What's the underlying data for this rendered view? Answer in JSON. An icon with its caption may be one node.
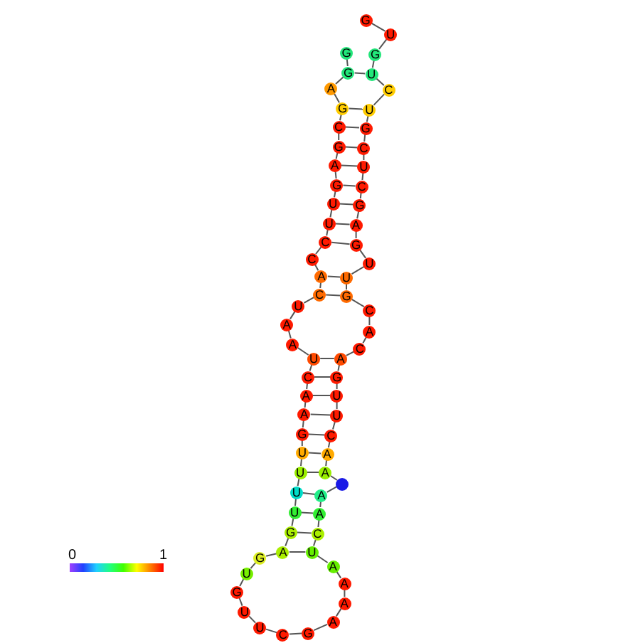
{
  "diagram": {
    "nodes": [
      {
        "text": [
          "G"
        ]
      },
      {
        "text": [
          "G"
        ]
      },
      {
        "text": [
          "A"
        ]
      },
      {
        "text": [
          "G"
        ]
      },
      {
        "text": [
          "C"
        ]
      },
      {
        "text": [
          "G"
        ]
      },
      {
        "text": [
          "A"
        ]
      },
      {
        "text": [
          "G"
        ]
      },
      {
        "text": [
          "U"
        ]
      },
      {
        "text": [
          "U"
        ]
      },
      {
        "text": [
          "C"
        ]
      },
      {
        "text": [
          "C"
        ]
      },
      {
        "text": [
          "A"
        ]
      },
      {
        "text": [
          "C"
        ]
      },
      {
        "text": [
          "U"
        ]
      },
      {
        "text": [
          "A"
        ]
      },
      {
        "text": [
          "A"
        ]
      },
      {
        "text": [
          "U"
        ]
      },
      {
        "text": [
          "C"
        ]
      },
      {
        "text": [
          "A"
        ]
      },
      {
        "text": [
          "A"
        ]
      },
      {
        "text": [
          "G"
        ]
      },
      {
        "text": [
          "U"
        ]
      },
      {
        "text": [
          "U"
        ]
      },
      {
        "text": [
          "U"
        ]
      },
      {
        "text": [
          "U"
        ]
      },
      {
        "text": [
          "G"
        ]
      },
      {
        "text": [
          "A"
        ]
      },
      {
        "text": [
          "G"
        ]
      },
      {
        "text": [
          "U"
        ]
      },
      {
        "text": [
          "G"
        ]
      },
      {
        "text": [
          "U"
        ]
      },
      {
        "text": [
          "U"
        ]
      },
      {
        "text": [
          "C"
        ]
      },
      {
        "text": [
          "G"
        ]
      },
      {
        "text": [
          "A"
        ]
      },
      {
        "text": [
          "A"
        ]
      },
      {
        "text": [
          "A"
        ]
      },
      {
        "text": [
          "A"
        ]
      },
      {
        "text": [
          "U"
        ]
      },
      {
        "text": [
          "C"
        ]
      },
      {
        "text": [
          "A"
        ]
      },
      {
        "text": [
          "A"
        ]
      },
      {
        "text": [],
        "shape": "circle"
      },
      {
        "text": [
          "A"
        ]
      },
      {
        "text": [
          "A"
        ]
      },
      {
        "text": [
          "C"
        ]
      },
      {
        "text": [
          "U"
        ]
      },
      {
        "text": [
          "U"
        ]
      },
      {
        "text": [
          "G"
        ]
      },
      {
        "text": [
          "A"
        ]
      },
      {
        "text": [
          "C"
        ]
      },
      {
        "text": [
          "A"
        ]
      },
      {
        "text": [
          "C"
        ]
      },
      {
        "text": [
          "G"
        ]
      },
      {
        "text": [
          "U"
        ]
      },
      {
        "text": [
          "U"
        ]
      },
      {
        "text": [
          "G"
        ]
      },
      {
        "text": [
          "A"
        ]
      },
      {
        "text": [
          "G"
        ]
      },
      {
        "text": [
          "C"
        ]
      },
      {
        "text": [
          "U"
        ]
      },
      {
        "text": [
          "C"
        ]
      },
      {
        "text": [
          "G"
        ]
      },
      {
        "text": [
          "U"
        ]
      },
      {
        "text": [
          "C"
        ]
      },
      {
        "text": [
          "U"
        ]
      },
      {
        "text": [
          "G"
        ]
      },
      {
        "text": [
          "U"
        ]
      },
      {
        "text": [
          "G"
        ]
      }
    ],
    "edges": [
      {
        "from": 0,
        "to": 1,
        "arrow": "none"
      },
      {
        "from": 1,
        "to": 2,
        "arrow": "none"
      },
      {
        "from": 2,
        "to": 3,
        "arrow": "none"
      },
      {
        "from": 3,
        "to": 4,
        "arrow": "none"
      },
      {
        "from": 4,
        "to": 5,
        "arrow": "none"
      },
      {
        "from": 5,
        "to": 6,
        "arrow": "none"
      },
      {
        "from": 6,
        "to": 7,
        "arrow": "none"
      },
      {
        "from": 7,
        "to": 8,
        "arrow": "none"
      },
      {
        "from": 8,
        "to": 9,
        "arrow": "none"
      },
      {
        "from": 9,
        "to": 10,
        "arrow": "none"
      },
      {
        "from": 10,
        "to": 11,
        "arrow": "none"
      },
      {
        "from": 11,
        "to": 12,
        "arrow": "none"
      },
      {
        "from": 12,
        "to": 13,
        "arrow": "none"
      },
      {
        "from": 13,
        "to": 14,
        "arrow": "none"
      },
      {
        "from": 14,
        "to": 15,
        "arrow": "none"
      },
      {
        "from": 15,
        "to": 16,
        "arrow": "none"
      },
      {
        "from": 16,
        "to": 17,
        "arrow": "none"
      },
      {
        "from": 17,
        "to": 18,
        "arrow": "none"
      },
      {
        "from": 18,
        "to": 19,
        "arrow": "none"
      },
      {
        "from": 19,
        "to": 20,
        "arrow": "none"
      },
      {
        "from": 20,
        "to": 21,
        "arrow": "none"
      },
      {
        "from": 21,
        "to": 22,
        "arrow": "none"
      },
      {
        "from": 22,
        "to": 23,
        "arrow": "none"
      },
      {
        "from": 23,
        "to": 24,
        "arrow": "none"
      },
      {
        "from": 24,
        "to": 25,
        "arrow": "none"
      },
      {
        "from": 25,
        "to": 26,
        "arrow": "none"
      },
      {
        "from": 26,
        "to": 27,
        "arrow": "none"
      },
      {
        "from": 27,
        "to": 28,
        "arrow": "none"
      },
      {
        "from": 28,
        "to": 29,
        "arrow": "none"
      },
      {
        "from": 29,
        "to": 30,
        "arrow": "none"
      },
      {
        "from": 30,
        "to": 31,
        "arrow": "none"
      },
      {
        "from": 31,
        "to": 32,
        "arrow": "none"
      },
      {
        "from": 32,
        "to": 33,
        "arrow": "none"
      },
      {
        "from": 33,
        "to": 34,
        "arrow": "none"
      },
      {
        "from": 34,
        "to": 35,
        "arrow": "none"
      },
      {
        "from": 35,
        "to": 36,
        "arrow": "none"
      },
      {
        "from": 36,
        "to": 37,
        "arrow": "none"
      },
      {
        "from": 37,
        "to": 38,
        "arrow": "none"
      },
      {
        "from": 38,
        "to": 39,
        "arrow": "none"
      },
      {
        "from": 39,
        "to": 40,
        "arrow": "none"
      },
      {
        "from": 40,
        "to": 41,
        "arrow": "none"
      },
      {
        "from": 41,
        "to": 42,
        "arrow": "none"
      },
      {
        "from": 42,
        "to": 43,
        "arrow": "none"
      },
      {
        "from": 43,
        "to": 44,
        "arrow": "none"
      },
      {
        "from": 44,
        "to": 45,
        "arrow": "none"
      },
      {
        "from": 45,
        "to": 46,
        "arrow": "none"
      },
      {
        "from": 46,
        "to": 47,
        "arrow": "none"
      },
      {
        "from": 47,
        "to": 48,
        "arrow": "none"
      },
      {
        "from": 48,
        "to": 49,
        "arrow": "none"
      },
      {
        "from": 49,
        "to": 50,
        "arrow": "none"
      },
      {
        "from": 50,
        "to": 51,
        "arrow": "none"
      },
      {
        "from": 51,
        "to": 52,
        "arrow": "none"
      },
      {
        "from": 52,
        "to": 53,
        "arrow": "none"
      },
      {
        "from": 53,
        "to": 54,
        "arrow": "none"
      },
      {
        "from": 54,
        "to": 55,
        "arrow": "none"
      },
      {
        "from": 55,
        "to": 56,
        "arrow": "none"
      },
      {
        "from": 56,
        "to": 57,
        "arrow": "none"
      },
      {
        "from": 57,
        "to": 58,
        "arrow": "none"
      },
      {
        "from": 58,
        "to": 59,
        "arrow": "none"
      },
      {
        "from": 59,
        "to": 60,
        "arrow": "none"
      },
      {
        "from": 60,
        "to": 61,
        "arrow": "none"
      },
      {
        "from": 61,
        "to": 62,
        "arrow": "none"
      },
      {
        "from": 62,
        "to": 63,
        "arrow": "none"
      },
      {
        "from": 63,
        "to": 64,
        "arrow": "none"
      },
      {
        "from": 64,
        "to": 65,
        "arrow": "none"
      },
      {
        "from": 65,
        "to": 66,
        "arrow": "none"
      },
      {
        "from": 66,
        "to": 67,
        "arrow": "none"
      },
      {
        "from": 67,
        "to": 68,
        "arrow": "none"
      },
      {
        "from": 68,
        "to": 69,
        "arrow": "none"
      },
      {
        "from": 1,
        "to": 66,
        "arrow": "none"
      },
      {
        "from": 3,
        "to": 64,
        "arrow": "none"
      },
      {
        "from": 4,
        "to": 63,
        "arrow": "none"
      },
      {
        "from": 5,
        "to": 62,
        "arrow": "none"
      },
      {
        "from": 6,
        "to": 61,
        "arrow": "none"
      },
      {
        "from": 7,
        "to": 60,
        "arrow": "none"
      },
      {
        "from": 8,
        "to": 59,
        "arrow": "none"
      },
      {
        "from": 9,
        "to": 58,
        "arrow": "none"
      },
      {
        "from": 10,
        "to": 57,
        "arrow": "none"
      },
      {
        "from": 12,
        "to": 55,
        "arrow": "none"
      },
      {
        "from": 13,
        "to": 54,
        "arrow": "none"
      },
      {
        "from": 17,
        "to": 50,
        "arrow": "none"
      },
      {
        "from": 18,
        "to": 49,
        "arrow": "none"
      },
      {
        "from": 19,
        "to": 48,
        "arrow": "none"
      },
      {
        "from": 20,
        "to": 47,
        "arrow": "none"
      },
      {
        "from": 21,
        "to": 46,
        "arrow": "none"
      },
      {
        "from": 22,
        "to": 45,
        "arrow": "none"
      },
      {
        "from": 23,
        "to": 44,
        "arrow": "none"
      },
      {
        "from": 24,
        "to": 42,
        "arrow": "none"
      },
      {
        "from": 25,
        "to": 41,
        "arrow": "none"
      },
      {
        "from": 26,
        "to": 40,
        "arrow": "none"
      },
      {
        "from": 27,
        "to": 39,
        "arrow": "none"
      }
    ],
    "labels": [
      "0",
      "1"
    ]
  }
}
